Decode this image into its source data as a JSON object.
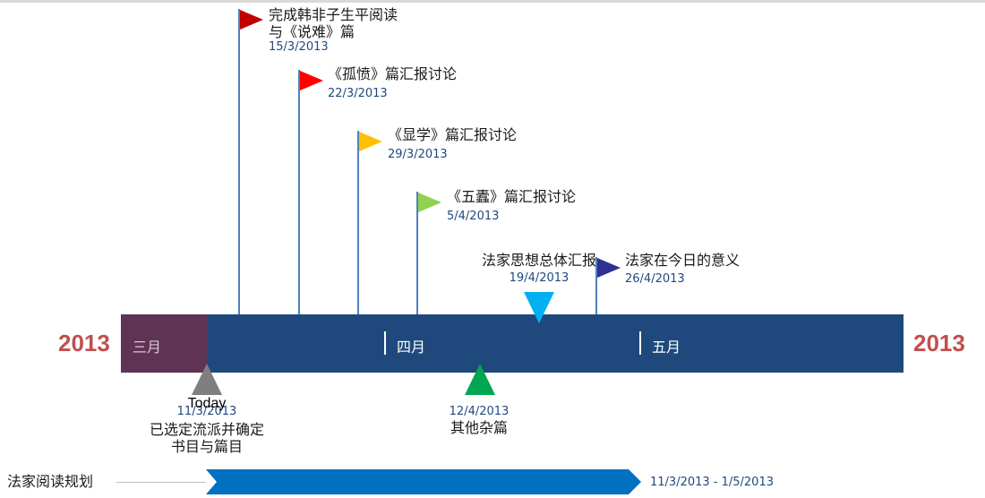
{
  "axis": {
    "year_left": "2013",
    "year_right": "2013",
    "months": [
      "三月",
      "四月",
      "五月"
    ]
  },
  "milestones": [
    {
      "title_line1": "完成韩非子生平阅读",
      "title_line2": "与《说难》篇",
      "date": "15/3/2013",
      "color": "#c00000"
    },
    {
      "title": "《孤愤》篇汇报讨论",
      "date": "22/3/2013",
      "color": "#ff0000"
    },
    {
      "title": "《显学》篇汇报讨论",
      "date": "29/3/2013",
      "color": "#ffc000"
    },
    {
      "title": "《五蠹》篇汇报讨论",
      "date": "5/4/2013",
      "color": "#92d050"
    },
    {
      "title": "法家思想总体汇报",
      "date": "19/4/2013",
      "color": "#00b0f0"
    },
    {
      "title": "法家在今日的意义",
      "date": "26/4/2013",
      "color": "#2e3192"
    }
  ],
  "today": {
    "label": "Today",
    "date": "11/3/2013",
    "desc_line1": "已选定流派并确定",
    "desc_line2": "书目与篇目",
    "color": "#7f7f7f"
  },
  "other": {
    "date": "12/4/2013",
    "desc": "其他杂篇",
    "color": "#00a651"
  },
  "span": {
    "label": "法家阅读规划",
    "range": "11/3/2013 - 1/5/2013",
    "color": "#0070c0"
  }
}
